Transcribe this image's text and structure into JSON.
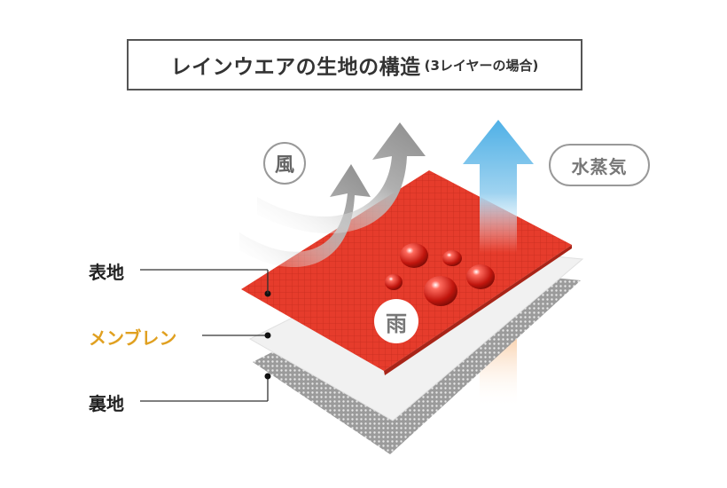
{
  "title": {
    "main": "レインウエアの生地の構造",
    "sub": "(3レイヤーの場合)"
  },
  "labels": {
    "wind": "風",
    "vapor": "水蒸気",
    "rain": "雨"
  },
  "layers": [
    {
      "name": "表地",
      "color": "#222222"
    },
    {
      "name": "メンブレン",
      "color": "#e0a020"
    },
    {
      "name": "裏地",
      "color": "#222222"
    }
  ],
  "colors": {
    "outer_fabric": "#e63c2c",
    "membrane": "#efefef",
    "lining": "#8a8a8a",
    "wind_arrow": "#9a9a9a",
    "vapor_arrow_top": "#5ab4e6",
    "vapor_arrow_bottom": "#f29a4a",
    "membrane_label": "#e0a020"
  }
}
